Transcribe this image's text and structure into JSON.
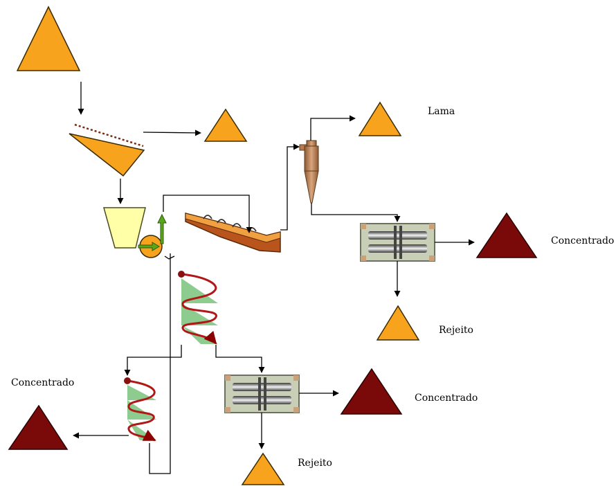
{
  "labels": {
    "lama": "Lama",
    "concentrado_1": "Concentrado",
    "rejeito_1": "Rejeito",
    "concentrado_2": "Concentrado",
    "concentrado_3": "Concentrado",
    "rejeito_2": "Rejeito"
  },
  "colors": {
    "stockpile_orange": "#F7A31E",
    "concentrate_maroon": "#7A0A0A",
    "outline": "#3a2a00",
    "crusher_yellow": "#FFFFA8",
    "pump_green": "#5BA61C",
    "classifier_brown": "#B8541C",
    "cyclone_brown": "#B87A4C",
    "spiral_red": "#B01818",
    "spiral_green": "#8ECB8E",
    "filter_frame": "#C9CEB6",
    "filter_border": "#6B7060",
    "line": "#000000"
  }
}
